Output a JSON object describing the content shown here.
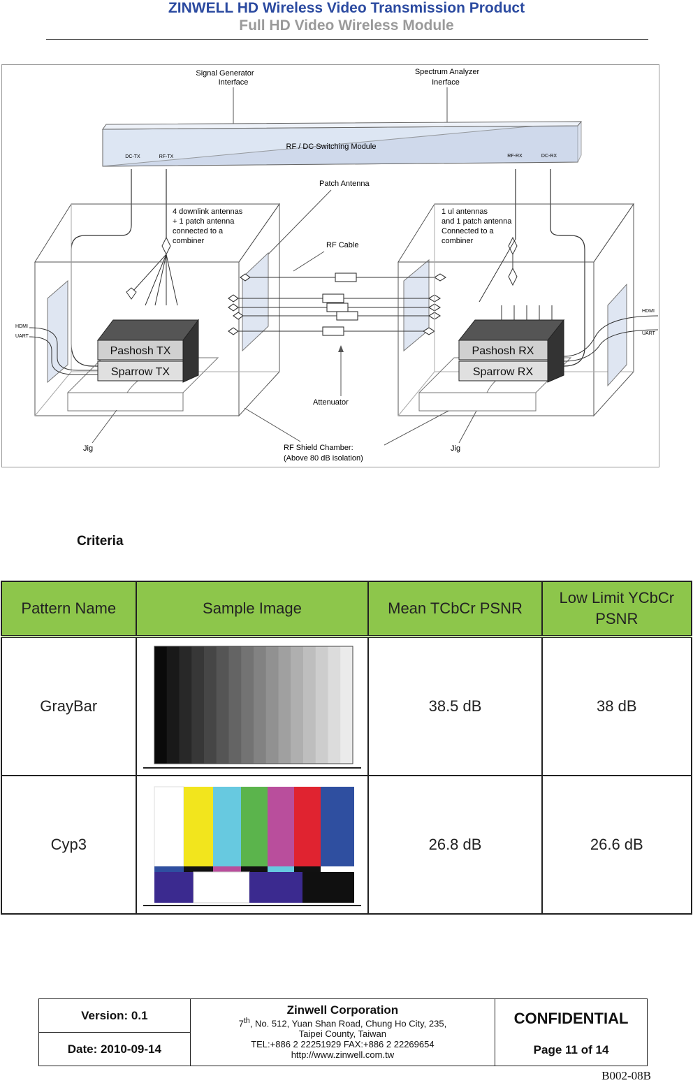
{
  "header": {
    "title": "ZINWELL HD Wireless Video Transmission Product",
    "subtitle": "Full HD Video Wireless Module"
  },
  "diagram": {
    "signal_generator": [
      "Signal Generator",
      "Interface"
    ],
    "spectrum_analyzer": [
      "Spectrum Analyzer",
      "Inerface"
    ],
    "switching_module": "RF / DC Switching Module",
    "dc_tx": "DC-TX",
    "rf_tx": "RF-TX",
    "rf_rx": "RF-RX",
    "dc_rx": "DC-RX",
    "patch_antenna": "Patch Antenna",
    "downlink_note": [
      "4 downlink antennas",
      "+ 1 patch antenna",
      "connected to a",
      "combiner"
    ],
    "ul_note": [
      "1 ul antennas",
      "and 1 patch antenna",
      "Connected to a",
      "combiner"
    ],
    "rf_cable": "RF Cable",
    "hdmi": "HDMI",
    "uart": "UART",
    "pashosh_tx": "Pashosh TX",
    "sparrow_tx": "Sparrow TX",
    "pashosh_rx": "Pashosh RX",
    "sparrow_rx": "Sparrow RX",
    "attenuator": "Attenuator",
    "jig": "Jig",
    "shield_chamber": [
      "RF Shield Chamber:",
      "(Above 80 dB isolation)"
    ]
  },
  "criteria_label": "Criteria",
  "table": {
    "headers": {
      "pattern": "Pattern Name",
      "sample": "Sample Image",
      "mean": "Mean TCbCr PSNR",
      "low_line1": "Low Limit YCbCr",
      "low_line2": "PSNR"
    },
    "rows": [
      {
        "pattern": "GrayBar",
        "mean": "38.5 dB",
        "low": "38 dB"
      },
      {
        "pattern": "Cyp3",
        "mean": "26.8 dB",
        "low": "26.6 dB"
      }
    ]
  },
  "footer": {
    "version": "Version: 0.1",
    "date": "Date: 2010-09-14",
    "company": "Zinwell Corporation",
    "address_suffix": ", No. 512, Yuan Shan Road, Chung Ho City, 235,",
    "address_num": "7",
    "address_sup": "th",
    "address2": "Taipei County, Taiwan",
    "phone": "TEL:+886 2 22251929 FAX:+886 2 22269654",
    "url": "http://www.zinwell.com.tw",
    "confidential": "CONFIDENTIAL",
    "page": "Page 11 of 14"
  },
  "doc_code": "B002-08B"
}
